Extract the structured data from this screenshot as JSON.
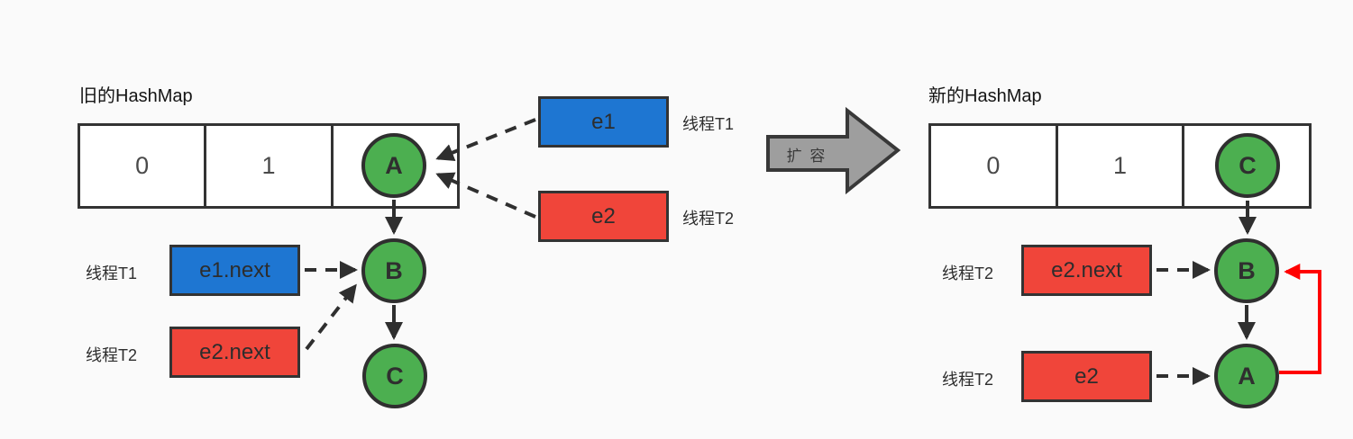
{
  "old_hashmap": {
    "title": "旧的HashMap",
    "cells": [
      "0",
      "1",
      ""
    ],
    "nodes": {
      "a": "A",
      "b": "B",
      "c": "C"
    },
    "pointers": {
      "e1": {
        "label": "e1",
        "thread": "线程T1",
        "points_to": "A"
      },
      "e2": {
        "label": "e2",
        "thread": "线程T2",
        "points_to": "A"
      },
      "e1next": {
        "label": "e1.next",
        "thread": "线程T1",
        "points_to": "B"
      },
      "e2next": {
        "label": "e2.next",
        "thread": "线程T2",
        "points_to": "B"
      }
    },
    "chain": "A -> B -> C"
  },
  "transition": {
    "label": "扩 容"
  },
  "new_hashmap": {
    "title": "新的HashMap",
    "cells": [
      "0",
      "1",
      ""
    ],
    "nodes": {
      "c": "C",
      "b": "B",
      "a": "A"
    },
    "pointers": {
      "e2next": {
        "label": "e2.next",
        "thread": "线程T2",
        "points_to": "B"
      },
      "e2": {
        "label": "e2",
        "thread": "线程T2",
        "points_to": "A"
      }
    },
    "chain": "C -> B -> A",
    "cycle_edge": "A -> B"
  },
  "colors": {
    "node_green": "#4caf50",
    "pointer_blue": "#1e76d2",
    "pointer_red": "#f0453a",
    "cycle_red": "#ff0000",
    "resize_arrow_gray": "#9e9e9e",
    "outline_dark": "#333333",
    "background": "#fafafa"
  }
}
